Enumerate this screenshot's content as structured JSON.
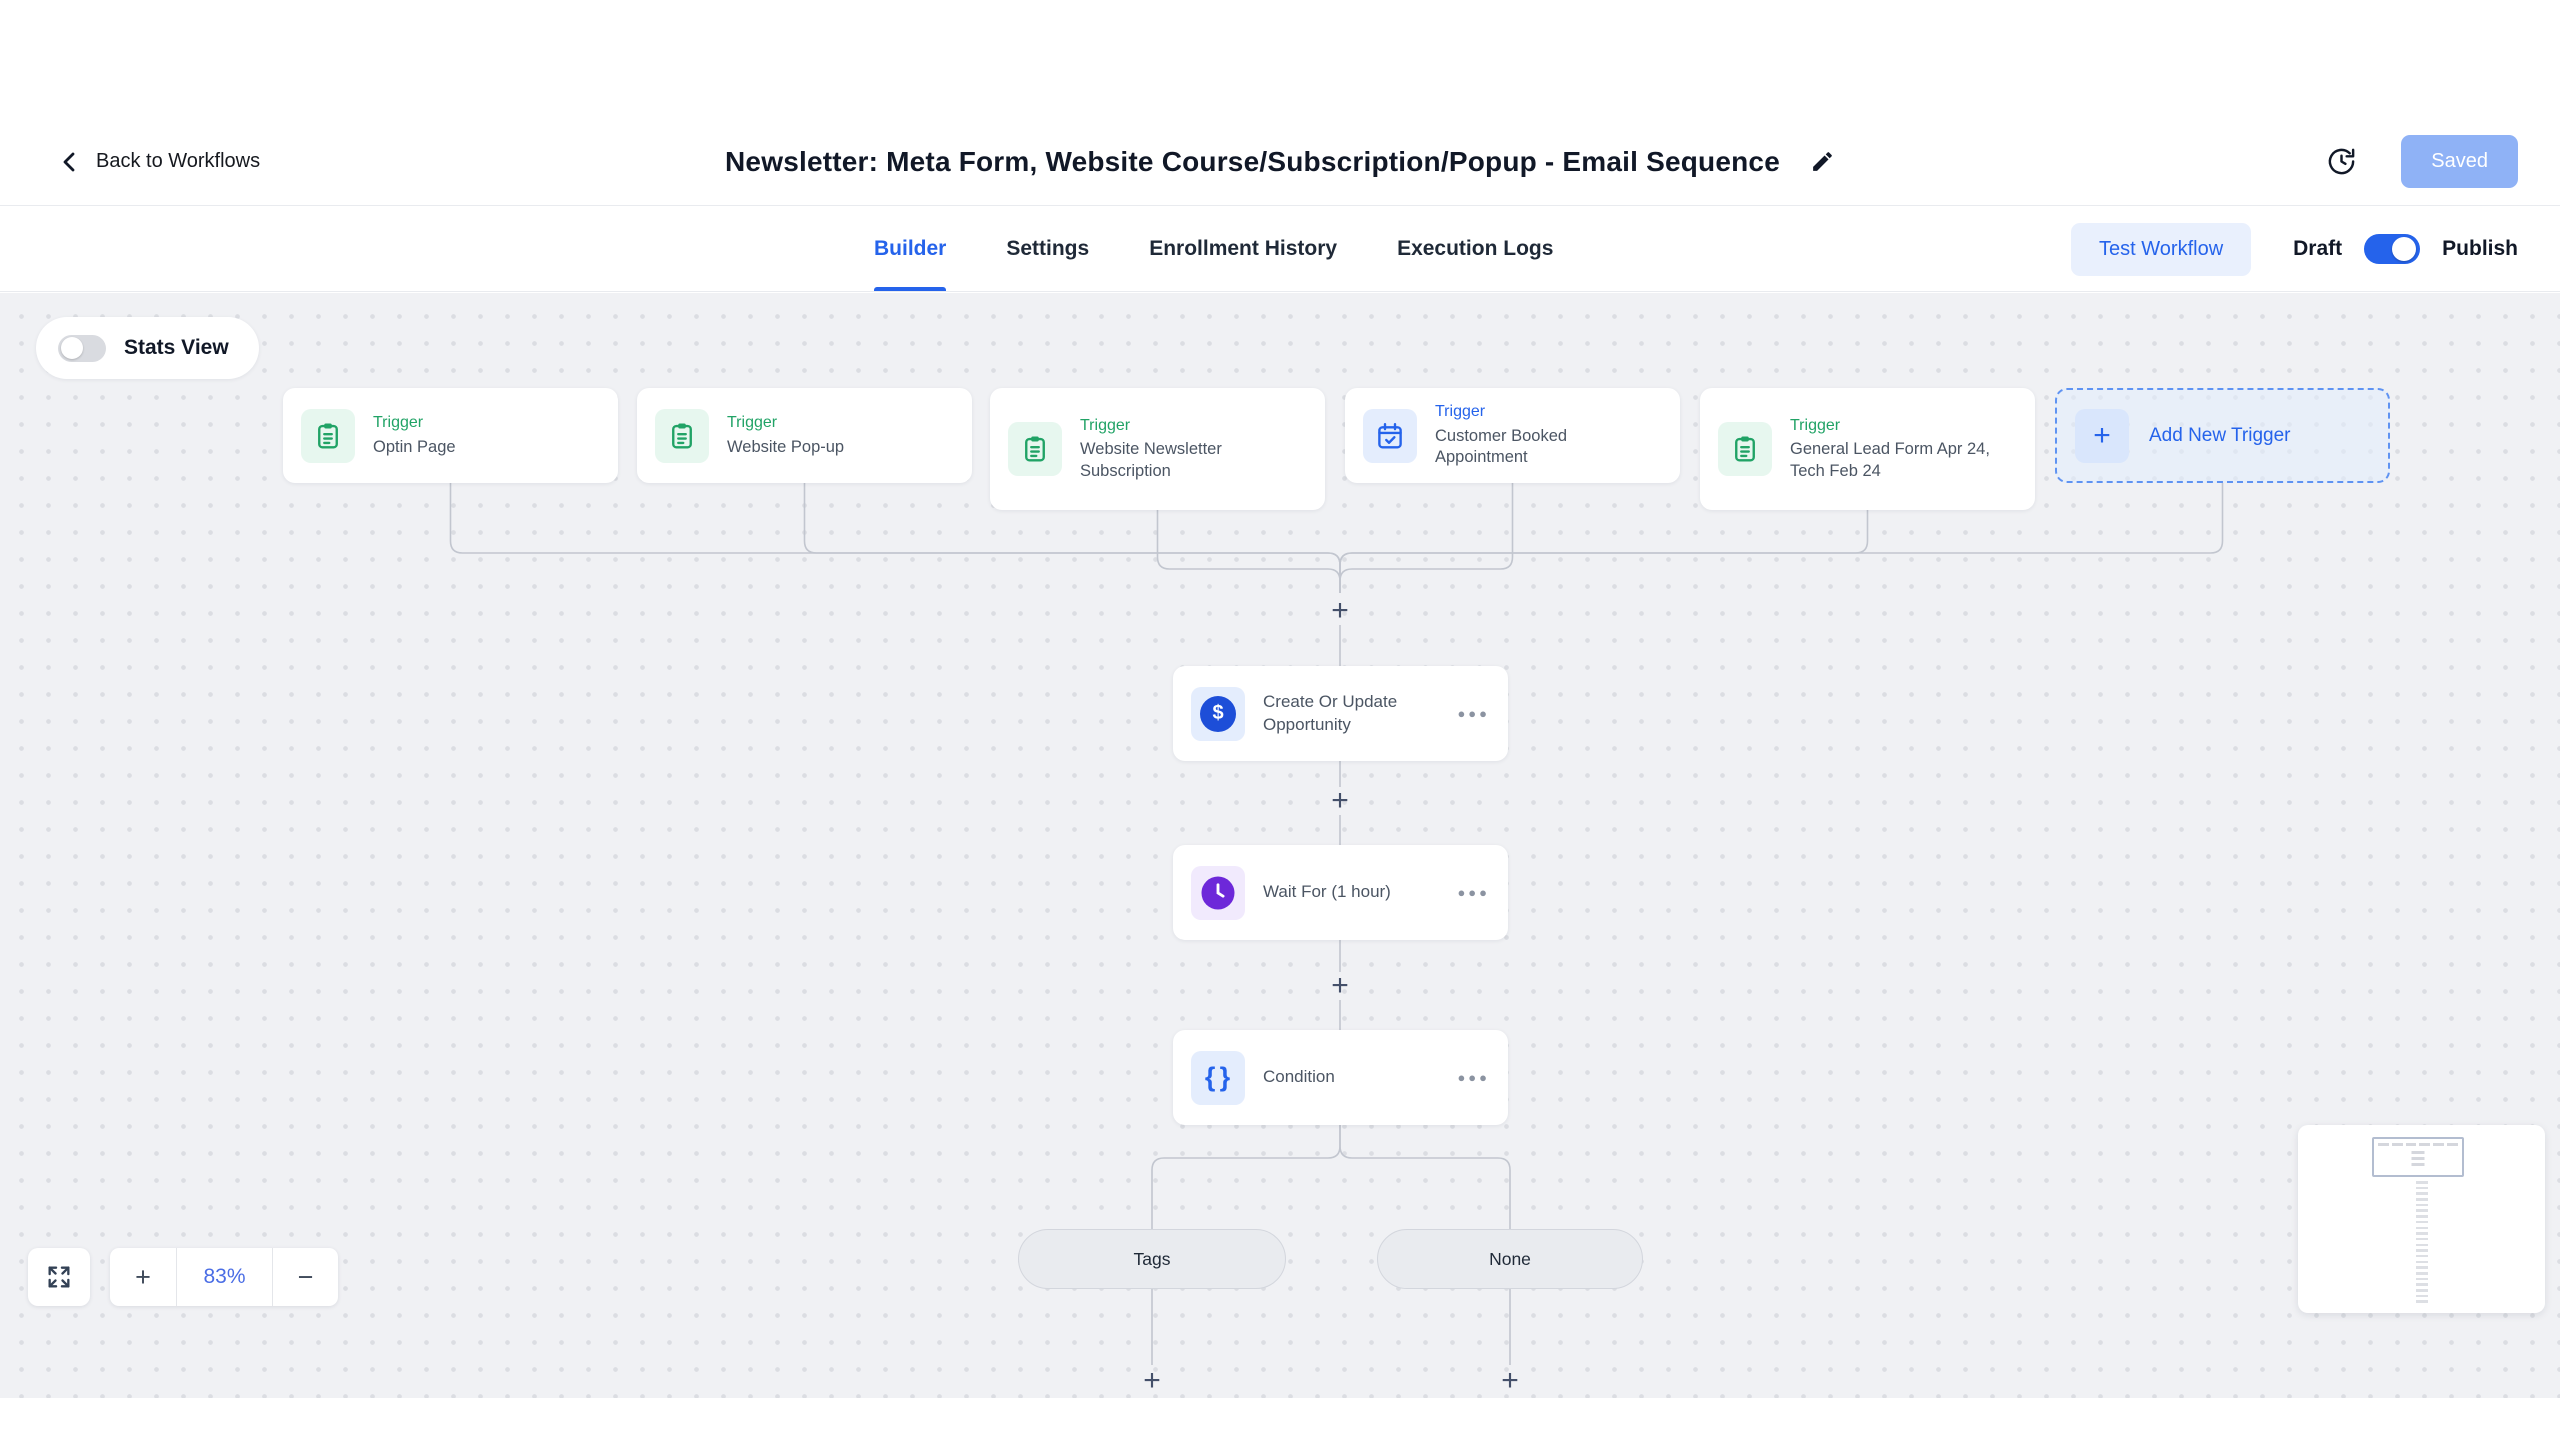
{
  "header": {
    "back_label": "Back to Workflows",
    "title": "Newsletter: Meta Form, Website Course/Subscription/Popup - Email Sequence",
    "saved_label": "Saved"
  },
  "tabs": {
    "items": [
      {
        "label": "Builder",
        "active": true
      },
      {
        "label": "Settings",
        "active": false
      },
      {
        "label": "Enrollment History",
        "active": false
      },
      {
        "label": "Execution Logs",
        "active": false
      }
    ],
    "test_workflow_label": "Test Workflow",
    "draft_label": "Draft",
    "publish_label": "Publish",
    "publish_toggle_on": true
  },
  "canvas": {
    "stats_view_label": "Stats View",
    "stats_view_on": false,
    "triggers": [
      {
        "type_label": "Trigger",
        "name": "Optin Page",
        "icon": "clipboard-icon",
        "theme": "green"
      },
      {
        "type_label": "Trigger",
        "name": "Website Pop-up",
        "icon": "clipboard-icon",
        "theme": "green"
      },
      {
        "type_label": "Trigger",
        "name": "Website Newsletter Subscription",
        "icon": "clipboard-icon",
        "theme": "green"
      },
      {
        "type_label": "Trigger",
        "name": "Customer Booked Appointment",
        "icon": "calendar-check-icon",
        "theme": "blue"
      },
      {
        "type_label": "Trigger",
        "name": "General Lead Form Apr 24, Tech Feb 24",
        "icon": "clipboard-icon",
        "theme": "green"
      }
    ],
    "add_new_trigger_label": "Add New Trigger",
    "nodes": [
      {
        "name": "Create Or Update Opportunity",
        "icon": "dollar-icon"
      },
      {
        "name": "Wait For (1 hour)",
        "icon": "clock-icon"
      },
      {
        "name": "Condition",
        "icon": "braces-icon"
      }
    ],
    "branches": [
      {
        "label": "Tags"
      },
      {
        "label": "None"
      }
    ],
    "zoom_controls": {
      "zoom_level": "83%",
      "zoom_in": "+",
      "zoom_out": "−"
    },
    "plus_symbol": "+"
  },
  "colors": {
    "accent_blue": "#2563eb",
    "trigger_green": "#21a366",
    "wait_purple": "#6d28d9",
    "saved_button_blue": "#8fb2f6",
    "canvas_bg": "#f0f1f4",
    "connector_gray": "#c2c6cf"
  }
}
